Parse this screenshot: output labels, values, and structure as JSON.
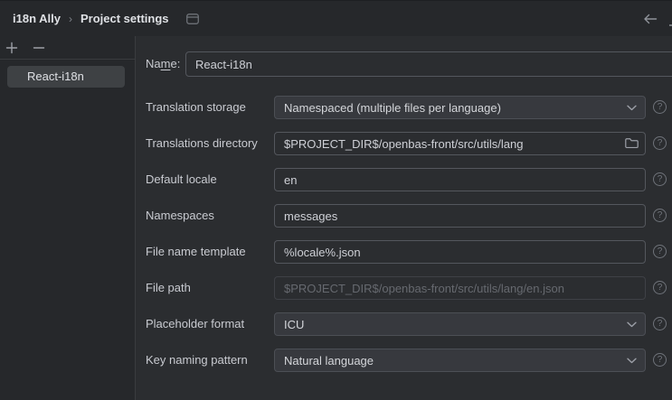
{
  "header": {
    "breadcrumb_root": "i18n Ally",
    "breadcrumb_separator": "›",
    "breadcrumb_current": "Project settings"
  },
  "sidebar": {
    "selected_project": "React-i18n"
  },
  "form": {
    "name_label_pre": "Na",
    "name_label_mnemonic": "m",
    "name_label_post": "e:",
    "name_value": "React-i18n",
    "rows": [
      {
        "label": "Translation storage",
        "type": "select",
        "value": "Namespaced (multiple files per language)"
      },
      {
        "label": "Translations directory",
        "type": "text-folder",
        "value": "$PROJECT_DIR$/openbas-front/src/utils/lang"
      },
      {
        "label": "Default locale",
        "type": "text",
        "value": "en"
      },
      {
        "label": "Namespaces",
        "type": "text",
        "value": "messages"
      },
      {
        "label": "File name template",
        "type": "text",
        "value": "%locale%.json"
      },
      {
        "label": "File path",
        "type": "text-disabled",
        "value": "$PROJECT_DIR$/openbas-front/src/utils/lang/en.json"
      },
      {
        "label": "Placeholder format",
        "type": "select",
        "value": "ICU"
      },
      {
        "label": "Key naming pattern",
        "type": "select",
        "value": "Natural language"
      }
    ]
  },
  "icons": {
    "help": "?"
  },
  "colors": {
    "page_background": "#2b2d30",
    "header_background": "#26282b",
    "sidebar_background": "#26282b",
    "selection_background": "#3e4144",
    "combo_background": "#37393e",
    "field_border": "#54575d",
    "text": "#ced0d6",
    "muted_icon": "#9da0a8"
  }
}
